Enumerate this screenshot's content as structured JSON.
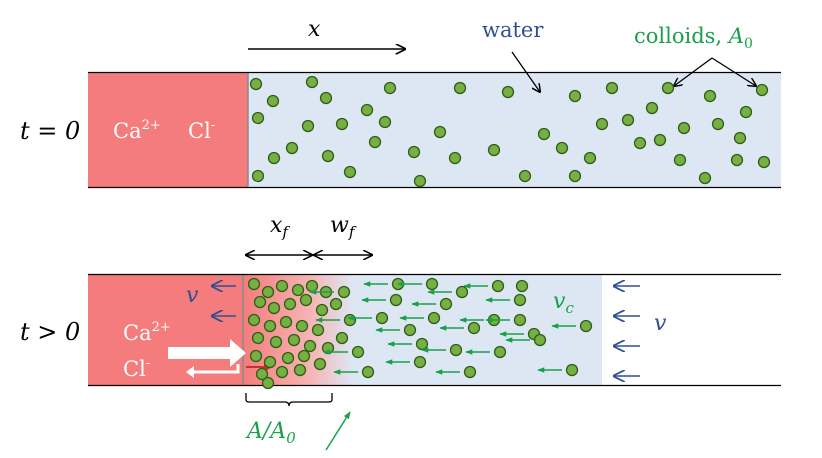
{
  "colors": {
    "salt": "#f47c7c",
    "water": "#dde7f4",
    "colloid_fill": "#76b043",
    "colloid_stroke": "#2f5d18",
    "green_label": "#19a04b",
    "blue_label": "#2f4f95",
    "arrow_blue": "#2f4f95",
    "arrow_red": "#c8302c"
  },
  "panel_top": {
    "time_label": "t = 0",
    "ion1": "Ca",
    "ion1_sup": "2+",
    "ion2": "Cl",
    "ion2_sup": "-",
    "axis_label": "x",
    "water_label": "water",
    "colloids_label": "colloids, ",
    "colloids_symbol": "A",
    "colloids_sub": "0"
  },
  "panel_bottom": {
    "time_label": "t > 0",
    "ion1": "Ca",
    "ion1_sup": "2+",
    "ion2": "Cl",
    "ion2_sup": "-",
    "xf_label": "x",
    "xf_sub": "f",
    "wf_label": "w",
    "wf_sub": "f",
    "v_left": "v",
    "v_right": "v",
    "vc_label": "v",
    "vc_sub": "c",
    "ratio_label": "A/A",
    "ratio_sub": "0"
  }
}
